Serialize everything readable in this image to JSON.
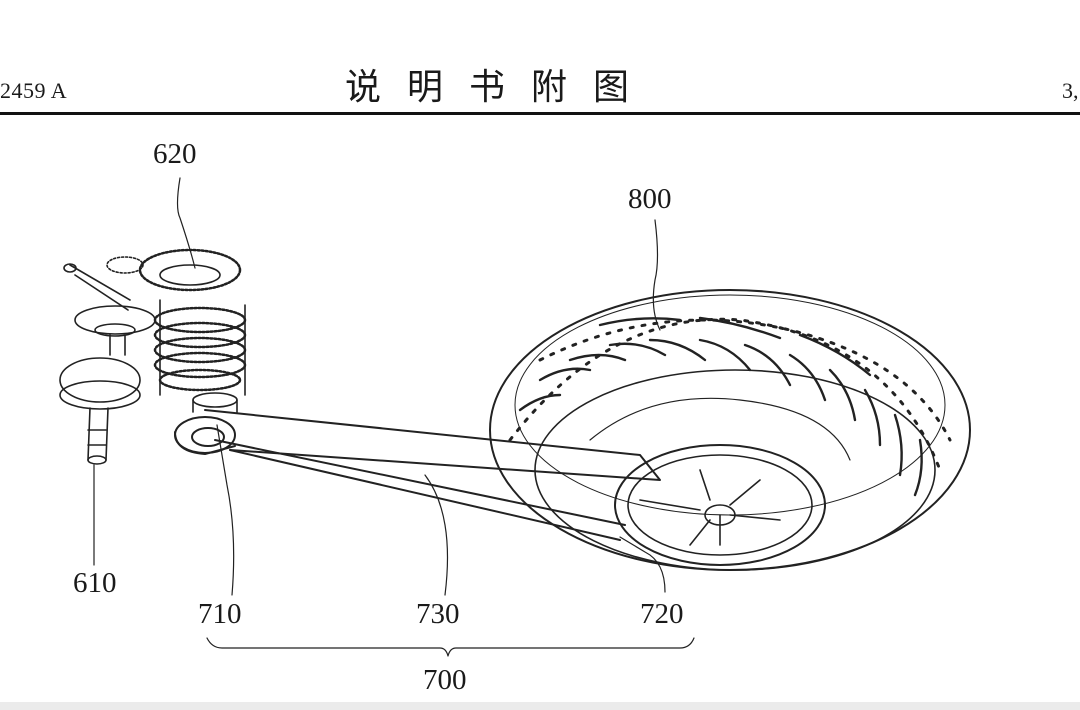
{
  "header": {
    "doc_number_fragment": "2459 A",
    "title": "说明书附图",
    "page_fragment": "3,"
  },
  "figure": {
    "labels": {
      "gear_assembly": "620",
      "crankshaft": "610",
      "tire_wheel": "800",
      "front_pivot": "710",
      "swing_arm": "730",
      "rear_hub": "720",
      "swing_arm_assembly": "700"
    }
  }
}
